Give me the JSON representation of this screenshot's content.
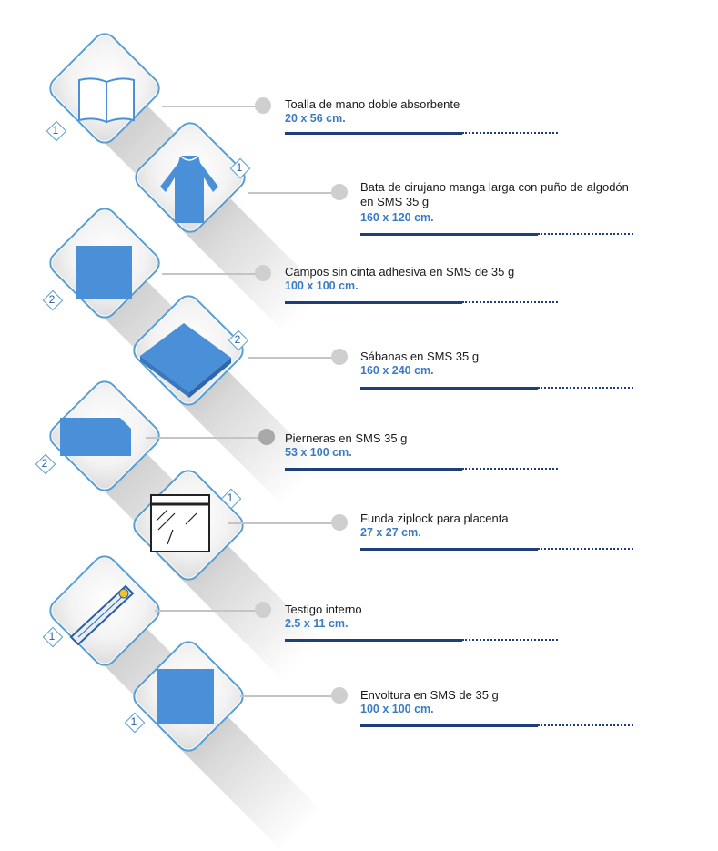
{
  "items": [
    {
      "qty": "1",
      "title": "Toalla de mano doble absorbente",
      "size": "20 x 56 cm.",
      "icon": "towel-icon"
    },
    {
      "qty": "1",
      "title": "Bata de cirujano manga larga con puño de algodón",
      "title2": "en SMS 35 g",
      "size": "160 x 120 cm.",
      "icon": "surgical-gown-icon"
    },
    {
      "qty": "2",
      "title": "Campos sin cinta adhesiva en SMS de 35 g",
      "size": "100 x 100 cm.",
      "icon": "field-drape-icon"
    },
    {
      "qty": "2",
      "title": "Sábanas  en SMS 35 g",
      "size": "160 x 240 cm.",
      "icon": "sheet-icon"
    },
    {
      "qty": "2",
      "title": "Pierneras en SMS 35 g",
      "size": "53 x 100 cm.",
      "icon": "leggings-icon"
    },
    {
      "qty": "1",
      "title": "Funda ziplock para placenta",
      "size": "27 x 27 cm.",
      "icon": "ziplock-bag-icon"
    },
    {
      "qty": "1",
      "title": "Testigo interno",
      "size": "2.5 x 11 cm.",
      "icon": "indicator-strip-icon"
    },
    {
      "qty": "1",
      "title": "Envoltura en SMS de 35 g",
      "size": "100 x 100 cm.",
      "icon": "wrap-icon"
    }
  ],
  "colors": {
    "accent": "#4a90d9",
    "line": "#1f3f7a",
    "size_text": "#3a7cc4"
  }
}
